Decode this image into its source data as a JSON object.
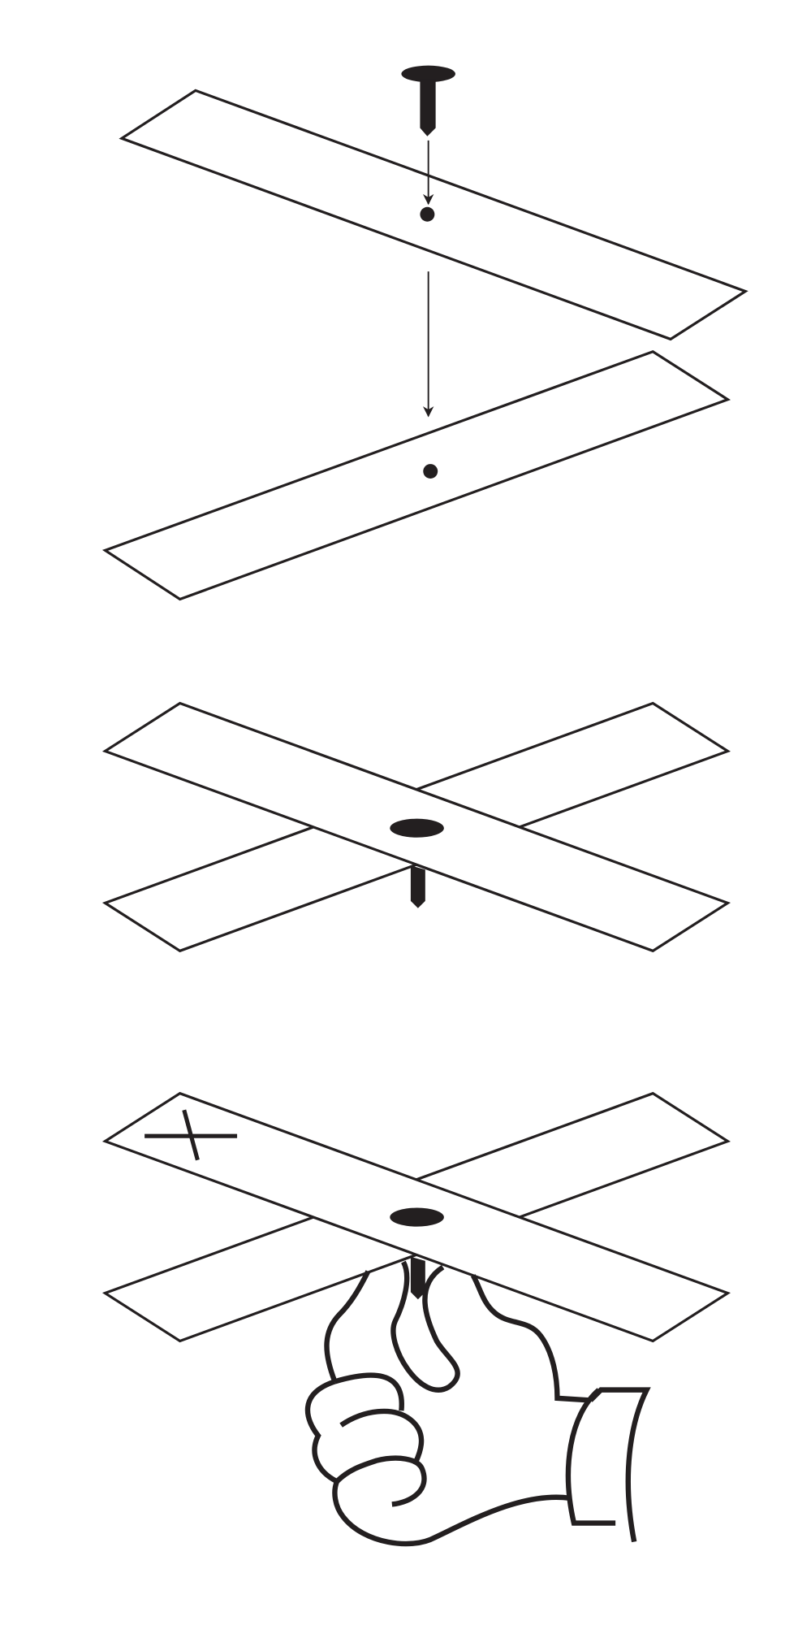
{
  "diagram": {
    "steps": [
      "insert-pin",
      "pinned-cross",
      "hold-and-mark"
    ],
    "colors": {
      "stroke": "#231f20",
      "fill": "#ffffff"
    }
  }
}
